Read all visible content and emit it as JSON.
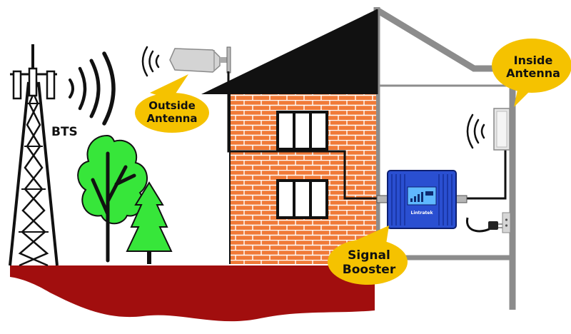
{
  "labels": {
    "bts": "BTS",
    "outside_antenna": [
      "Outside",
      "Antenna"
    ],
    "inside_antenna": [
      "Inside",
      "Antenna"
    ],
    "signal_booster": [
      "Signal",
      "Booster"
    ]
  },
  "booster": {
    "brand": "Lintratek"
  },
  "colors": {
    "ground": "#a10e0e",
    "brick": "#f07a38",
    "mortar": "#ffffff",
    "roof": "#111111",
    "wall_gray": "#8c8c8c",
    "tree_green": "#37e63a",
    "callout": "#f5c200",
    "booster_blue": "#2a4fd1",
    "screen_blue": "#5fb8ff"
  },
  "icons": [
    "cell-tower-icon",
    "signal-waves-icon",
    "panel-antenna-icon",
    "signal-booster-icon",
    "power-adapter-icon",
    "wall-socket-icon"
  ]
}
